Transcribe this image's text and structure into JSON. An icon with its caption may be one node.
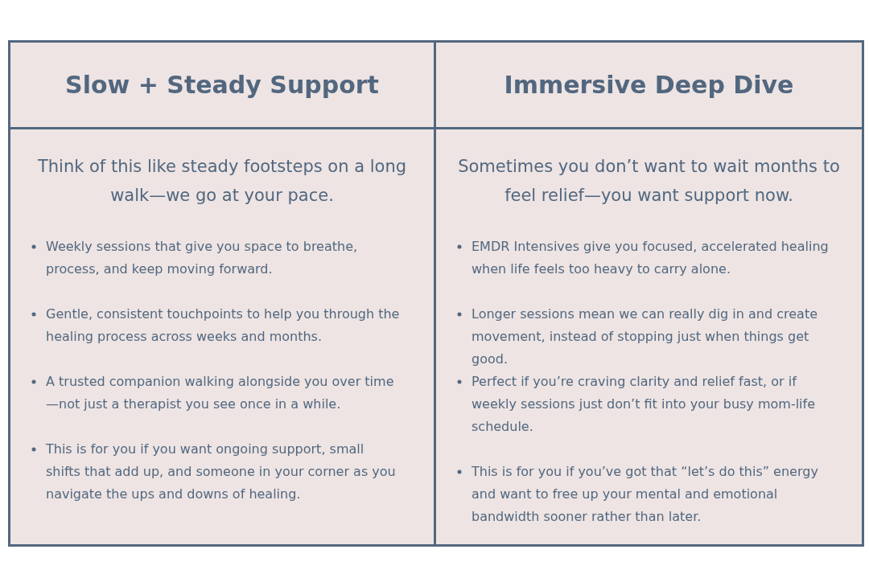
{
  "diagram": {
    "nodes": [
      {
        "text": [
          "Slow + Steady Support"
        ]
      },
      {
        "text": [
          "Immersive Deep Dive"
        ]
      },
      {
        "text": [
          "Think of this like steady footsteps on a long walk—we go at your pace.",
          "Weekly sessions that give you space to breathe, process, and keep moving forward.",
          "Gentle, consistent touchpoints to help you through the healing process across weeks and months.",
          "A trusted companion walking alongside you over time—not just a therapist you see once in a while.",
          "This is for you if you want ongoing support, small shifts that add up, and someone in your corner as you navigate the ups and downs of healing."
        ]
      },
      {
        "text": [
          "Sometimes you don’t want to wait months to feel relief—you want support now.",
          "EMDR Intensives give you focused, accelerated healing when life feels too heavy to carry alone.",
          "Longer sessions mean we can really dig in and create movement, instead of stopping just when things get good.",
          "Perfect if you’re craving clarity and relief fast, or if weekly sessions just don’t fit into your busy mom-life schedule.",
          "This is for you if you’ve got that “let’s do this” energy and want to free up your mental and emotional bandwidth sooner rather than later."
        ]
      }
    ]
  }
}
